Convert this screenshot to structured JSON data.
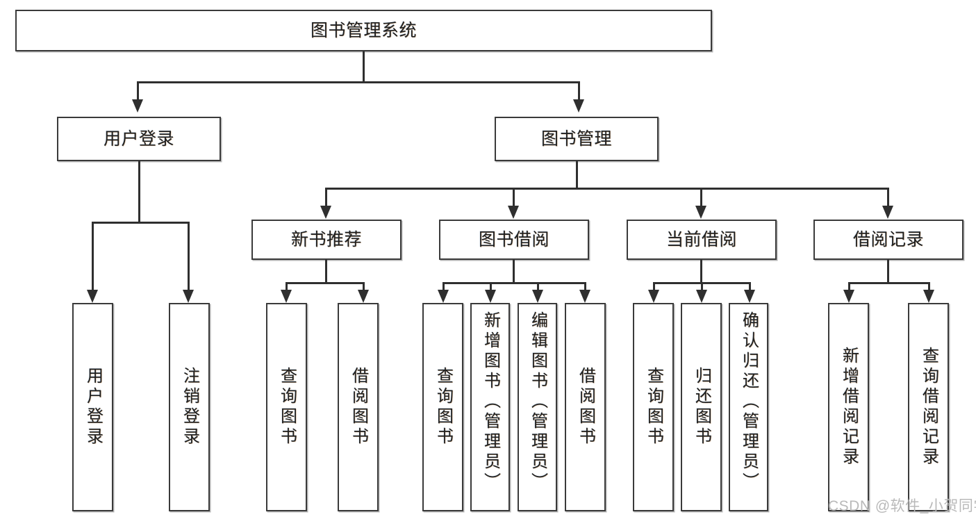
{
  "diagram": {
    "kind": "functional-structure-tree",
    "root": {
      "label": "图书管理系统"
    },
    "level2": [
      {
        "label": "用户登录"
      },
      {
        "label": "图书管理"
      }
    ],
    "level3": [
      {
        "label": "新书推荐"
      },
      {
        "label": "图书借阅"
      },
      {
        "label": "当前借阅"
      },
      {
        "label": "借阅记录"
      }
    ],
    "leaves": {
      "user_login": [
        {
          "label": "用户登录"
        },
        {
          "label": "注销登录"
        }
      ],
      "new_book_recommend": [
        {
          "label": "查询图书"
        },
        {
          "label": "借阅图书"
        }
      ],
      "book_borrow": [
        {
          "label": "查询图书"
        },
        {
          "label": "新增图书（管理员）"
        },
        {
          "label": "编辑图书（管理员）"
        },
        {
          "label": "借阅图书"
        }
      ],
      "current_borrow": [
        {
          "label": "查询图书"
        },
        {
          "label": "归还图书"
        },
        {
          "label": "确认归还（管理员）"
        }
      ],
      "borrow_record": [
        {
          "label": "新增借阅记录"
        },
        {
          "label": "查询借阅记录"
        }
      ]
    }
  },
  "watermark": {
    "text": "CSDN @软件_小贺同学"
  },
  "colors": {
    "box_border": "#3a3a3a",
    "line": "#2f2f2f",
    "background": "#ffffff",
    "watermark": "#b9b9b9"
  }
}
